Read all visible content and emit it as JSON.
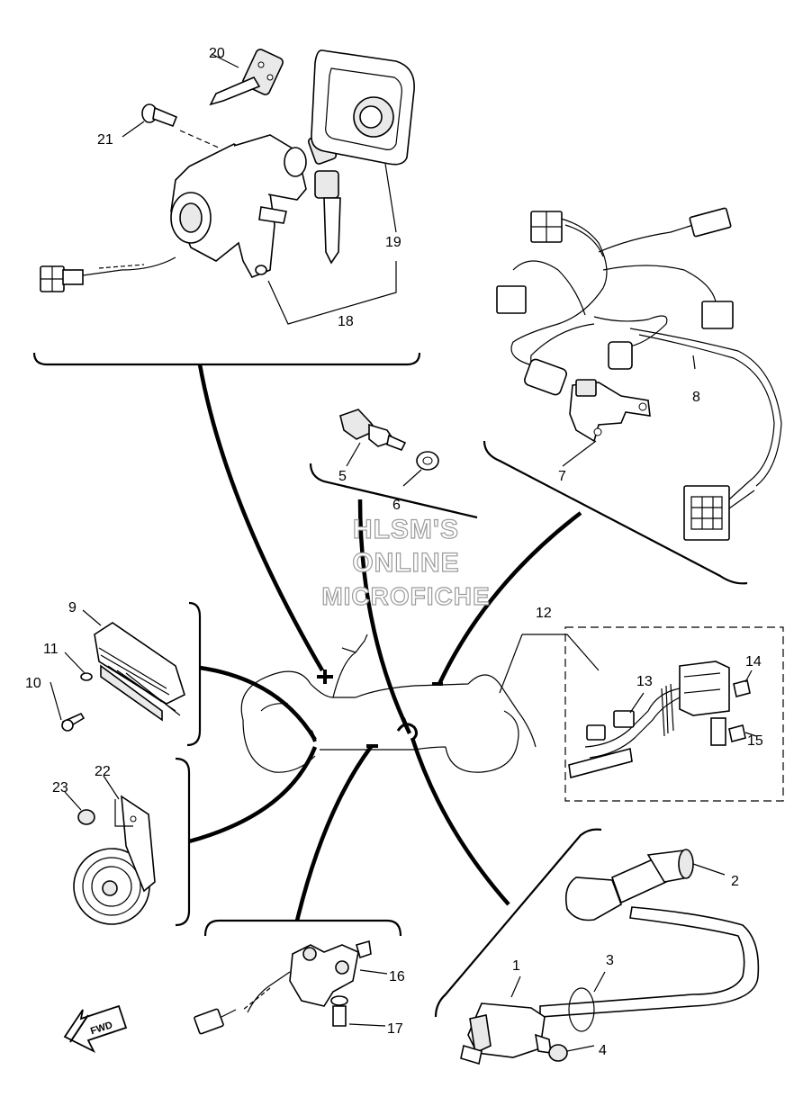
{
  "watermark": {
    "line1": "HLSM'S",
    "line2": "ONLINE",
    "line3": "MICROFICHE"
  },
  "fwd_label": "FWD",
  "callouts": {
    "c1": "1",
    "c2": "2",
    "c3": "3",
    "c4": "4",
    "c5": "5",
    "c6": "6",
    "c7": "7",
    "c8": "8",
    "c9": "9",
    "c10": "10",
    "c11": "11",
    "c12": "12",
    "c13": "13",
    "c14": "14",
    "c15": "15",
    "c16": "16",
    "c17": "17",
    "c18": "18",
    "c19": "19",
    "c20": "20",
    "c21": "21",
    "c22": "22",
    "c23": "23"
  },
  "colors": {
    "line": "#000000",
    "watermark_outline": "#9a9a9a",
    "background": "#ffffff"
  }
}
